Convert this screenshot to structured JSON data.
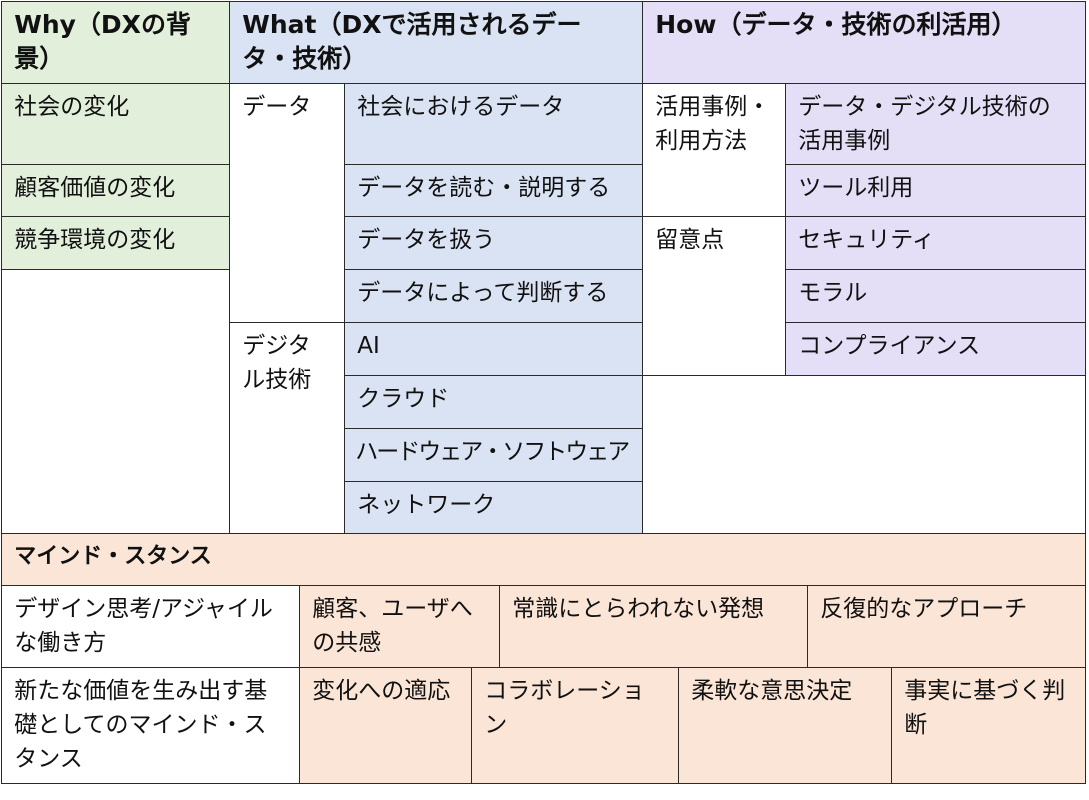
{
  "why": {
    "header": "Why（DXの背景）",
    "items": [
      "社会の変化",
      "顧客価値の変化",
      "競争環境の変化"
    ]
  },
  "what": {
    "header": "What（DXで活用されるデータ・技術）",
    "groups": [
      {
        "label": "データ",
        "items": [
          "社会におけるデータ",
          "データを読む・説明する",
          "データを扱う",
          "データによって判断する"
        ]
      },
      {
        "label": "デジタル技術",
        "items": [
          "AI",
          "クラウド",
          "ハードウェア・ソフトウェア",
          "ネットワーク"
        ]
      }
    ]
  },
  "how": {
    "header": "How（データ・技術の利活用）",
    "groups": [
      {
        "label": "活用事例・利用方法",
        "items": [
          "データ・デジタル技術の活用事例",
          "ツール利用"
        ]
      },
      {
        "label": "留意点",
        "items": [
          "セキュリティ",
          "モラル",
          "コンプライアンス"
        ]
      }
    ]
  },
  "mind": {
    "header": "マインド・スタンス",
    "rows": [
      {
        "label": "デザイン思考/アジャイルな働き方",
        "items": [
          "顧客、ユーザへの共感",
          "常識にとらわれない発想",
          "反復的なアプローチ"
        ]
      },
      {
        "label": "新たな価値を生み出す基礎としてのマインド・スタンス",
        "items": [
          "変化への適応",
          "コラボレーション",
          "柔軟な意思決定",
          "事実に基づく判断"
        ]
      }
    ]
  },
  "colors": {
    "why": "#E2EFDA",
    "what": "#DAE3F3",
    "how": "#E4DFF6",
    "mind": "#FBE5D6"
  }
}
